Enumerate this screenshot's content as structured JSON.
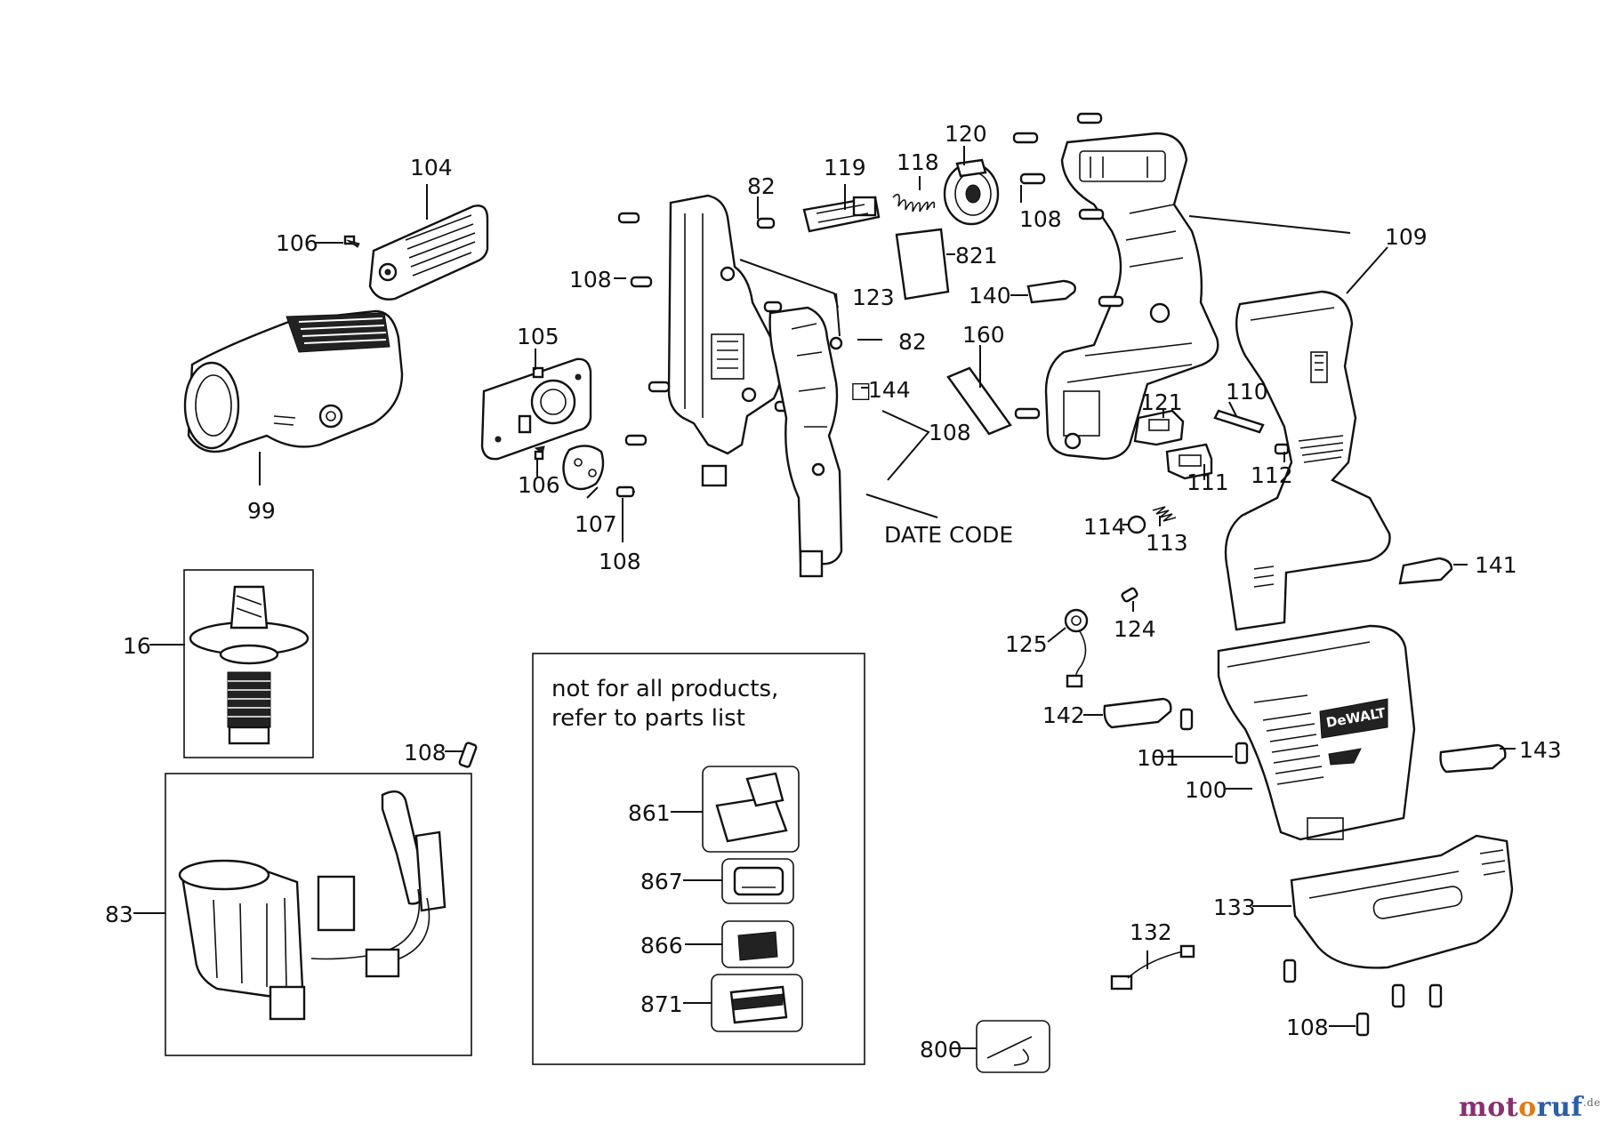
{
  "diagram": {
    "part_labels": {
      "p104": "104",
      "p106a": "106",
      "p99": "99",
      "p105": "105",
      "p106b": "106",
      "p107": "107",
      "p108d": "108",
      "p108a": "108",
      "p82a": "82",
      "p119": "119",
      "p118": "118",
      "p120": "120",
      "p108b": "108",
      "p109": "109",
      "p821": "821",
      "p123": "123",
      "p82b": "82",
      "p140": "140",
      "p160": "160",
      "p144": "144",
      "p108c": "108",
      "p121": "121",
      "p110": "110",
      "p111": "111",
      "p112": "112",
      "p114": "114",
      "p113": "113",
      "p141": "141",
      "p125": "125",
      "p124": "124",
      "p142": "142",
      "p101": "101",
      "p143": "143",
      "p100": "100",
      "p133": "133",
      "p132": "132",
      "p108f": "108",
      "p800": "800",
      "p16": "16",
      "p108e": "108",
      "p83": "83",
      "p861": "861",
      "p867": "867",
      "p866": "866",
      "p871": "871"
    },
    "date_code_label": "DATE CODE",
    "note": {
      "line1": "not for all products,",
      "line2": "refer to parts list"
    },
    "brand_on_housing": "DeWALT"
  },
  "watermark": {
    "part1": "mot",
    "part2": "o",
    "part3": "ruf",
    "suffix": ".de"
  },
  "colors": {
    "line": "#111111",
    "background": "#ffffff",
    "logo_purple": "#8a2f6d",
    "logo_orange": "#e07a17",
    "logo_blue": "#2b5fa8"
  }
}
